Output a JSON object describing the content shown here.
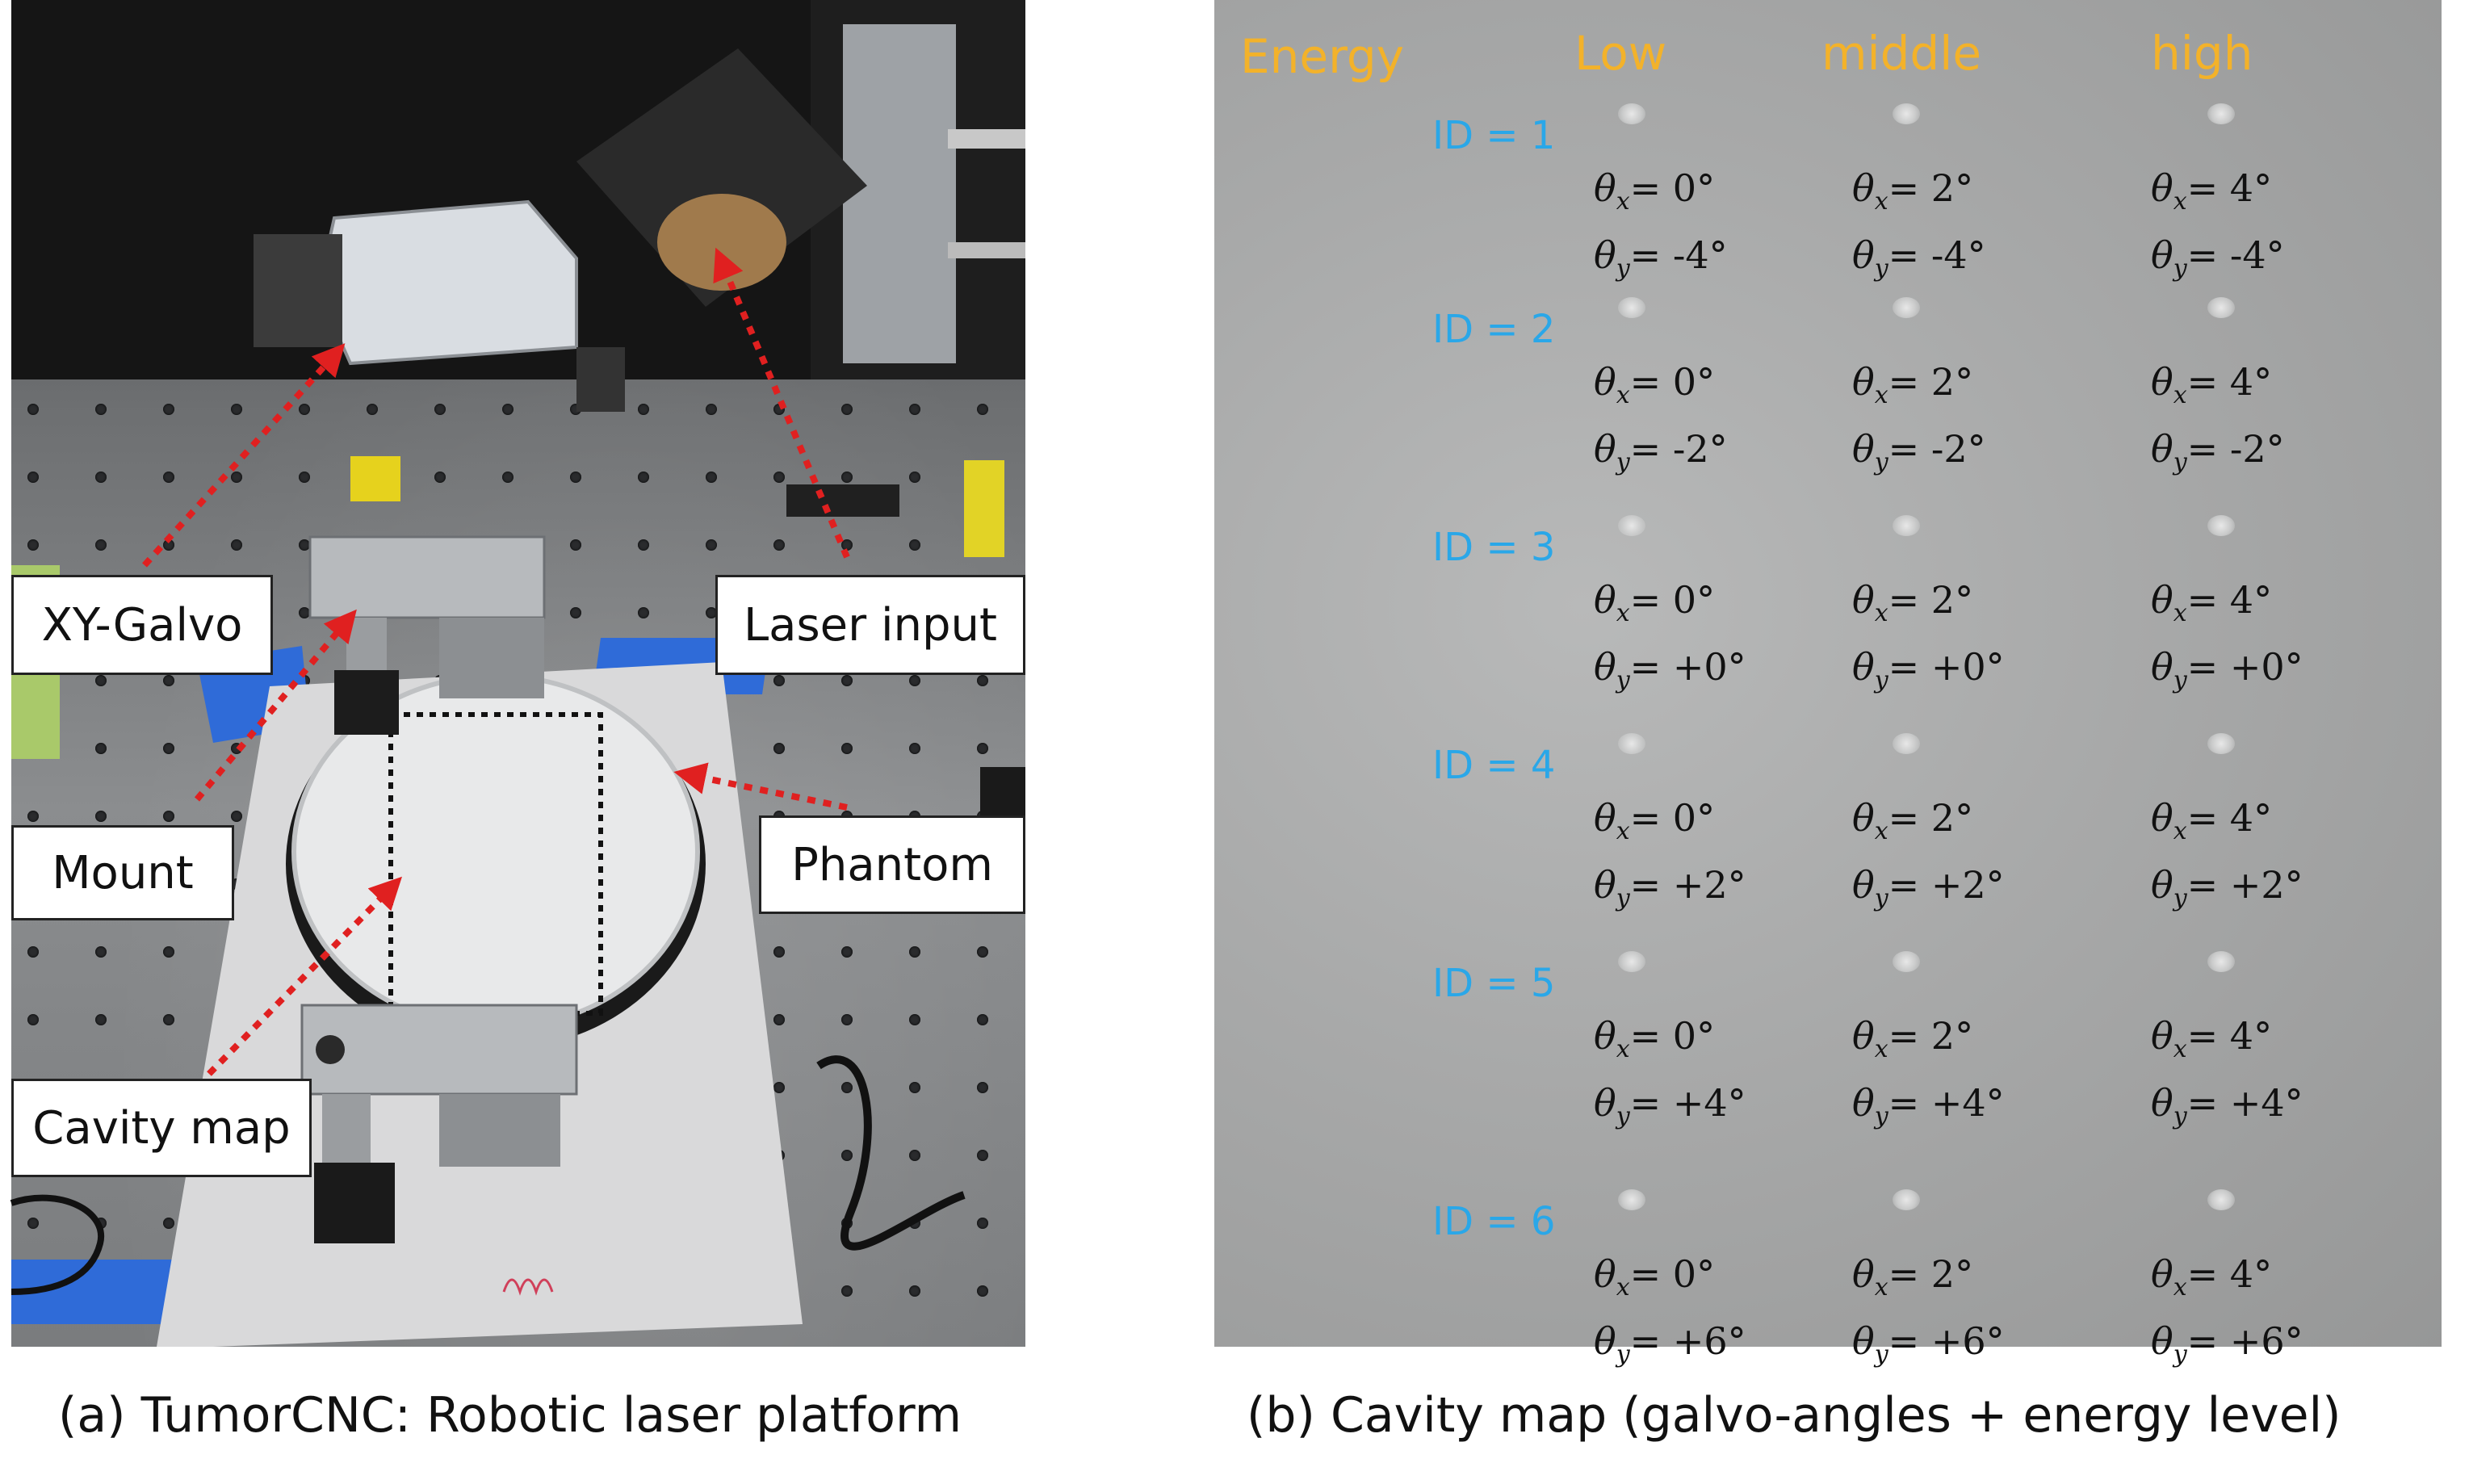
{
  "panel_a": {
    "labels": {
      "xy_galvo": "XY-Galvo",
      "laser_input": "Laser input",
      "mount": "Mount",
      "phantom": "Phantom",
      "cavity_map": "Cavity map"
    },
    "caption": "(a) TumorCNC: Robotic laser platform",
    "arrow_color": "#e02020"
  },
  "panel_b": {
    "headers": {
      "energy": "Energy",
      "low": "Low",
      "middle": "middle",
      "high": "high"
    },
    "header_color": "#f3b22a",
    "id_color": "#2aa7e8",
    "rows": [
      {
        "id": "ID = 1",
        "cells": [
          {
            "x": "0°",
            "y": "-4°"
          },
          {
            "x": "2°",
            "y": "-4°"
          },
          {
            "x": "4°",
            "y": "-4°"
          }
        ]
      },
      {
        "id": "ID = 2",
        "cells": [
          {
            "x": "0°",
            "y": "-2°"
          },
          {
            "x": "2°",
            "y": "-2°"
          },
          {
            "x": "4°",
            "y": "-2°"
          }
        ]
      },
      {
        "id": "ID = 3",
        "cells": [
          {
            "x": "0°",
            "y": "+0°"
          },
          {
            "x": "2°",
            "y": "+0°"
          },
          {
            "x": "4°",
            "y": "+0°"
          }
        ]
      },
      {
        "id": "ID = 4",
        "cells": [
          {
            "x": "0°",
            "y": "+2°"
          },
          {
            "x": "2°",
            "y": "+2°"
          },
          {
            "x": "4°",
            "y": "+2°"
          }
        ]
      },
      {
        "id": "ID = 5",
        "cells": [
          {
            "x": "0°",
            "y": "+4°"
          },
          {
            "x": "2°",
            "y": "+4°"
          },
          {
            "x": "4°",
            "y": "+4°"
          }
        ]
      },
      {
        "id": "ID = 6",
        "cells": [
          {
            "x": "0°",
            "y": "+6°"
          },
          {
            "x": "2°",
            "y": "+6°"
          },
          {
            "x": "4°",
            "y": "+6°"
          }
        ]
      }
    ],
    "caption": "(b) Cavity map (galvo-angles + energy level)"
  }
}
